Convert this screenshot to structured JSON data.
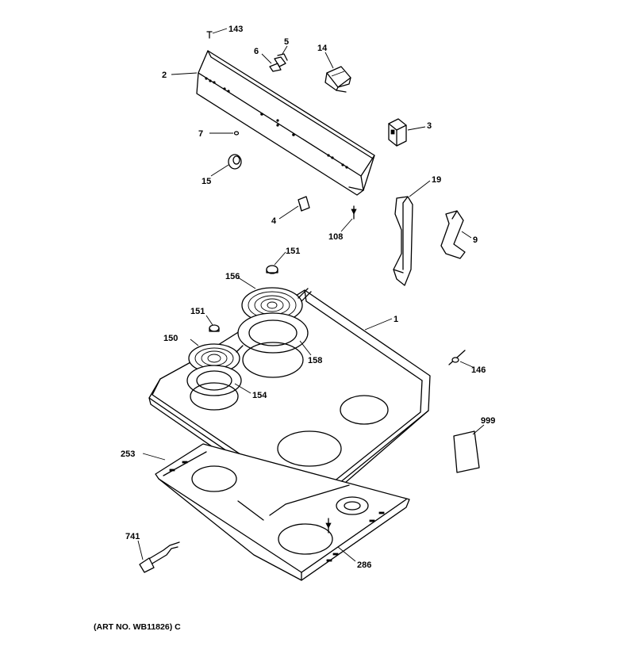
{
  "callouts": [
    {
      "id": "143"
    },
    {
      "id": "5"
    },
    {
      "id": "6"
    },
    {
      "id": "14"
    },
    {
      "id": "2"
    },
    {
      "id": "3"
    },
    {
      "id": "7"
    },
    {
      "id": "15"
    },
    {
      "id": "19"
    },
    {
      "id": "4"
    },
    {
      "id": "108"
    },
    {
      "id": "9"
    },
    {
      "id": "151"
    },
    {
      "id": "156"
    },
    {
      "id": "1"
    },
    {
      "id": "151"
    },
    {
      "id": "150"
    },
    {
      "id": "158"
    },
    {
      "id": "146"
    },
    {
      "id": "154"
    },
    {
      "id": "999"
    },
    {
      "id": "253"
    },
    {
      "id": "741"
    },
    {
      "id": "286"
    }
  ],
  "art_number": "(ART NO. WB11826) C"
}
